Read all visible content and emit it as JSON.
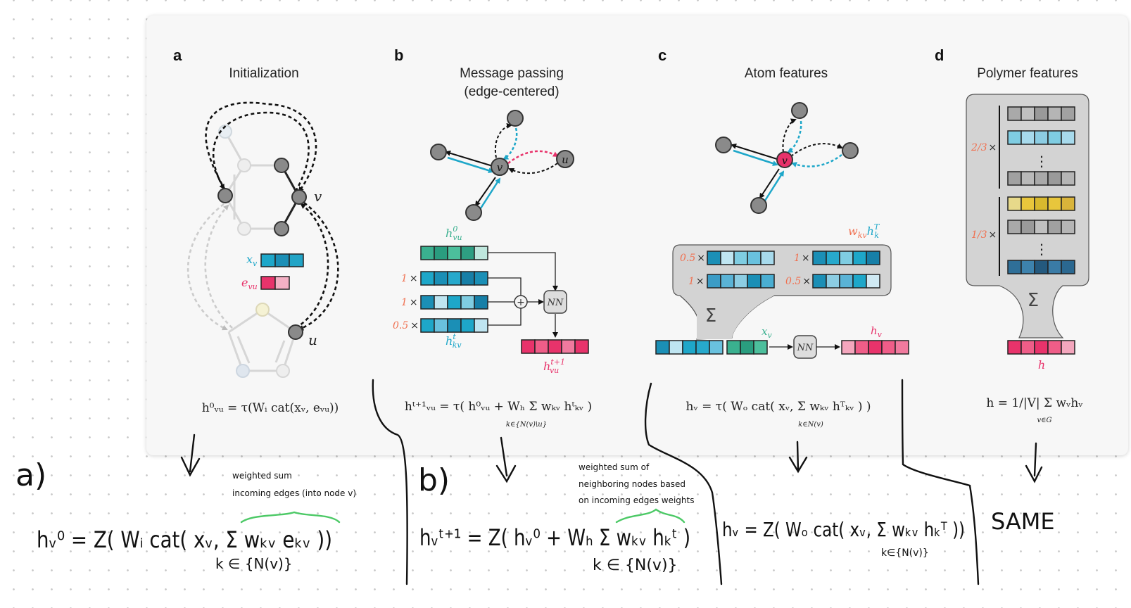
{
  "panels": {
    "a": {
      "letter": "a",
      "title": "Initialization",
      "node_v": "v",
      "node_u": "u",
      "x_label": "x",
      "x_sub": "v",
      "e_label": "e",
      "e_sub": "vu",
      "equation": "h⁰ᵥᵤ = τ(Wᵢ cat(xᵥ, eᵥᵤ))"
    },
    "b": {
      "letter": "b",
      "title_line1": "Message passing",
      "title_line2": "(edge-centered)",
      "node_v": "v",
      "node_u": "u",
      "h0_label": "h",
      "h0_sup": "0",
      "h0_sub": "vu",
      "coef1": "1",
      "coef2": "1",
      "coef3": "0.5",
      "times": "×",
      "hkv_label": "h",
      "hkv_sup": "t",
      "hkv_sub": "kv",
      "nn": "NN",
      "plus": "+",
      "out_label": "h",
      "out_sup": "t+1",
      "out_sub": "vu",
      "equation": "hᵗ⁺¹ᵥᵤ = τ( h⁰ᵥᵤ + Wₕ Σ wₖᵥ hᵗₖᵥ )",
      "eq_sum_index": "k∈{N(v)\\u}"
    },
    "c": {
      "letter": "c",
      "title": "Atom features",
      "node_v": "v",
      "wk_label": "w",
      "wk_sub": "kv",
      "wk_h": "h",
      "wk_hsup": "T",
      "wk_hsub": "k",
      "coefs": [
        "0.5",
        "1",
        "1",
        "0.5"
      ],
      "times": "×",
      "sigma": "Σ",
      "x_label": "x",
      "x_sub": "v",
      "nn": "NN",
      "hv_label": "h",
      "hv_sub": "v",
      "equation": "hᵥ = τ( Wₒ cat( xᵥ, Σ wₖᵥ hᵀₖᵥ ) )",
      "eq_sum_index": "k∈N(v)"
    },
    "d": {
      "letter": "d",
      "title": "Polymer features",
      "frac1": "2/3",
      "frac2": "1/3",
      "times": "×",
      "dots": "⋮",
      "sigma": "Σ",
      "h_label": "h",
      "equation": "h = 1/|V| Σ wᵥhᵥ",
      "eq_sum_index": "v∈G"
    }
  },
  "handwriting": {
    "a_label": "a)",
    "a_note_line1": "weighted sum",
    "a_note_line2": "incoming edges (into node v)",
    "a_formula": "hᵥ⁰ = Z( Wᵢ cat( xᵥ, Σ wₖᵥ eₖᵥ ))",
    "a_index": "k ∈ {N(v)}",
    "b_label": "b)",
    "b_note_line1": "weighted sum of",
    "b_note_line2": "neighboring nodes based",
    "b_note_line3": "on incoming edges weights",
    "b_formula": "hᵥᵗ⁺¹ = Z( hᵥ⁰ + Wₕ Σ wₖᵥ hₖᵗ )",
    "b_index": "k ∈ {N(v)}",
    "c_formula": "hᵥ = Z( Wₒ cat( xᵥ, Σ wₖᵥ hₖᵀ ))",
    "c_index": "k∈{N(v)}",
    "d_text": "SAME"
  },
  "colors": {
    "teal": "#1ea7c9",
    "pink": "#e8336b",
    "orange": "#f07050",
    "green": "#3ab08f",
    "gray_node": "#8a8a8a",
    "panel_bg": "#f7f7f7"
  }
}
